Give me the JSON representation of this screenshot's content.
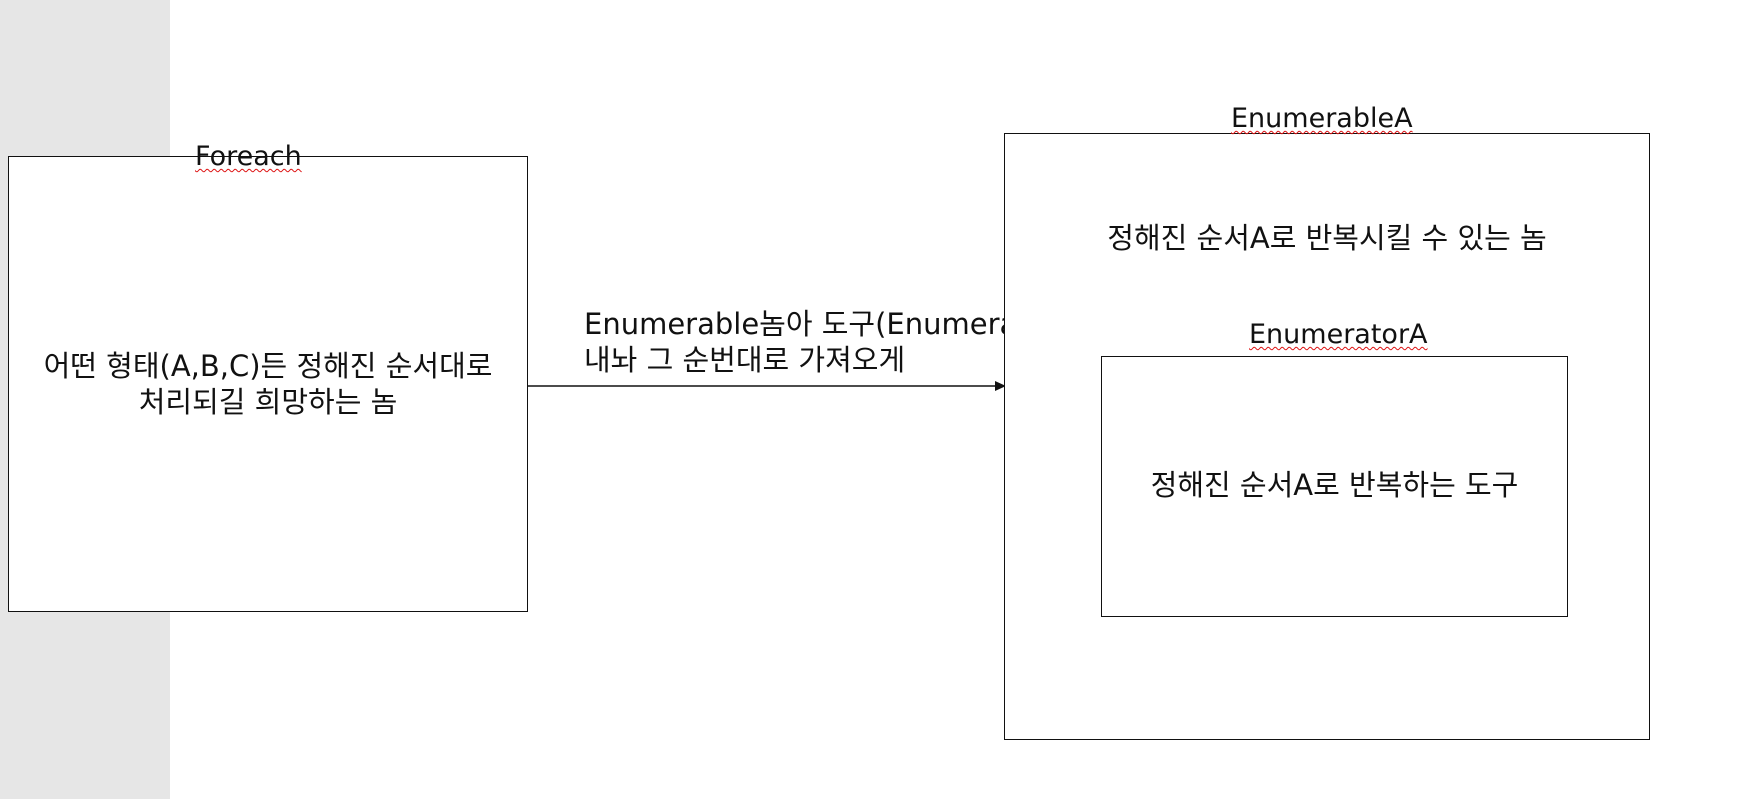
{
  "foreach": {
    "label": "Foreach",
    "text": "어떤 형태(A,B,C)든 정해진 순서대로\n처리되길 희망하는 놈"
  },
  "connector": {
    "text": "Enumerable놈아 도구(Enumerator)\n내놔 그 순번대로 가져오게"
  },
  "enumerable": {
    "label": "EnumerableA",
    "text": "정해진 순서A로 반복시킬 수 있는 놈"
  },
  "enumerator": {
    "label": "EnumeratorA",
    "text": "정해진 순서A로 반복하는 도구"
  }
}
